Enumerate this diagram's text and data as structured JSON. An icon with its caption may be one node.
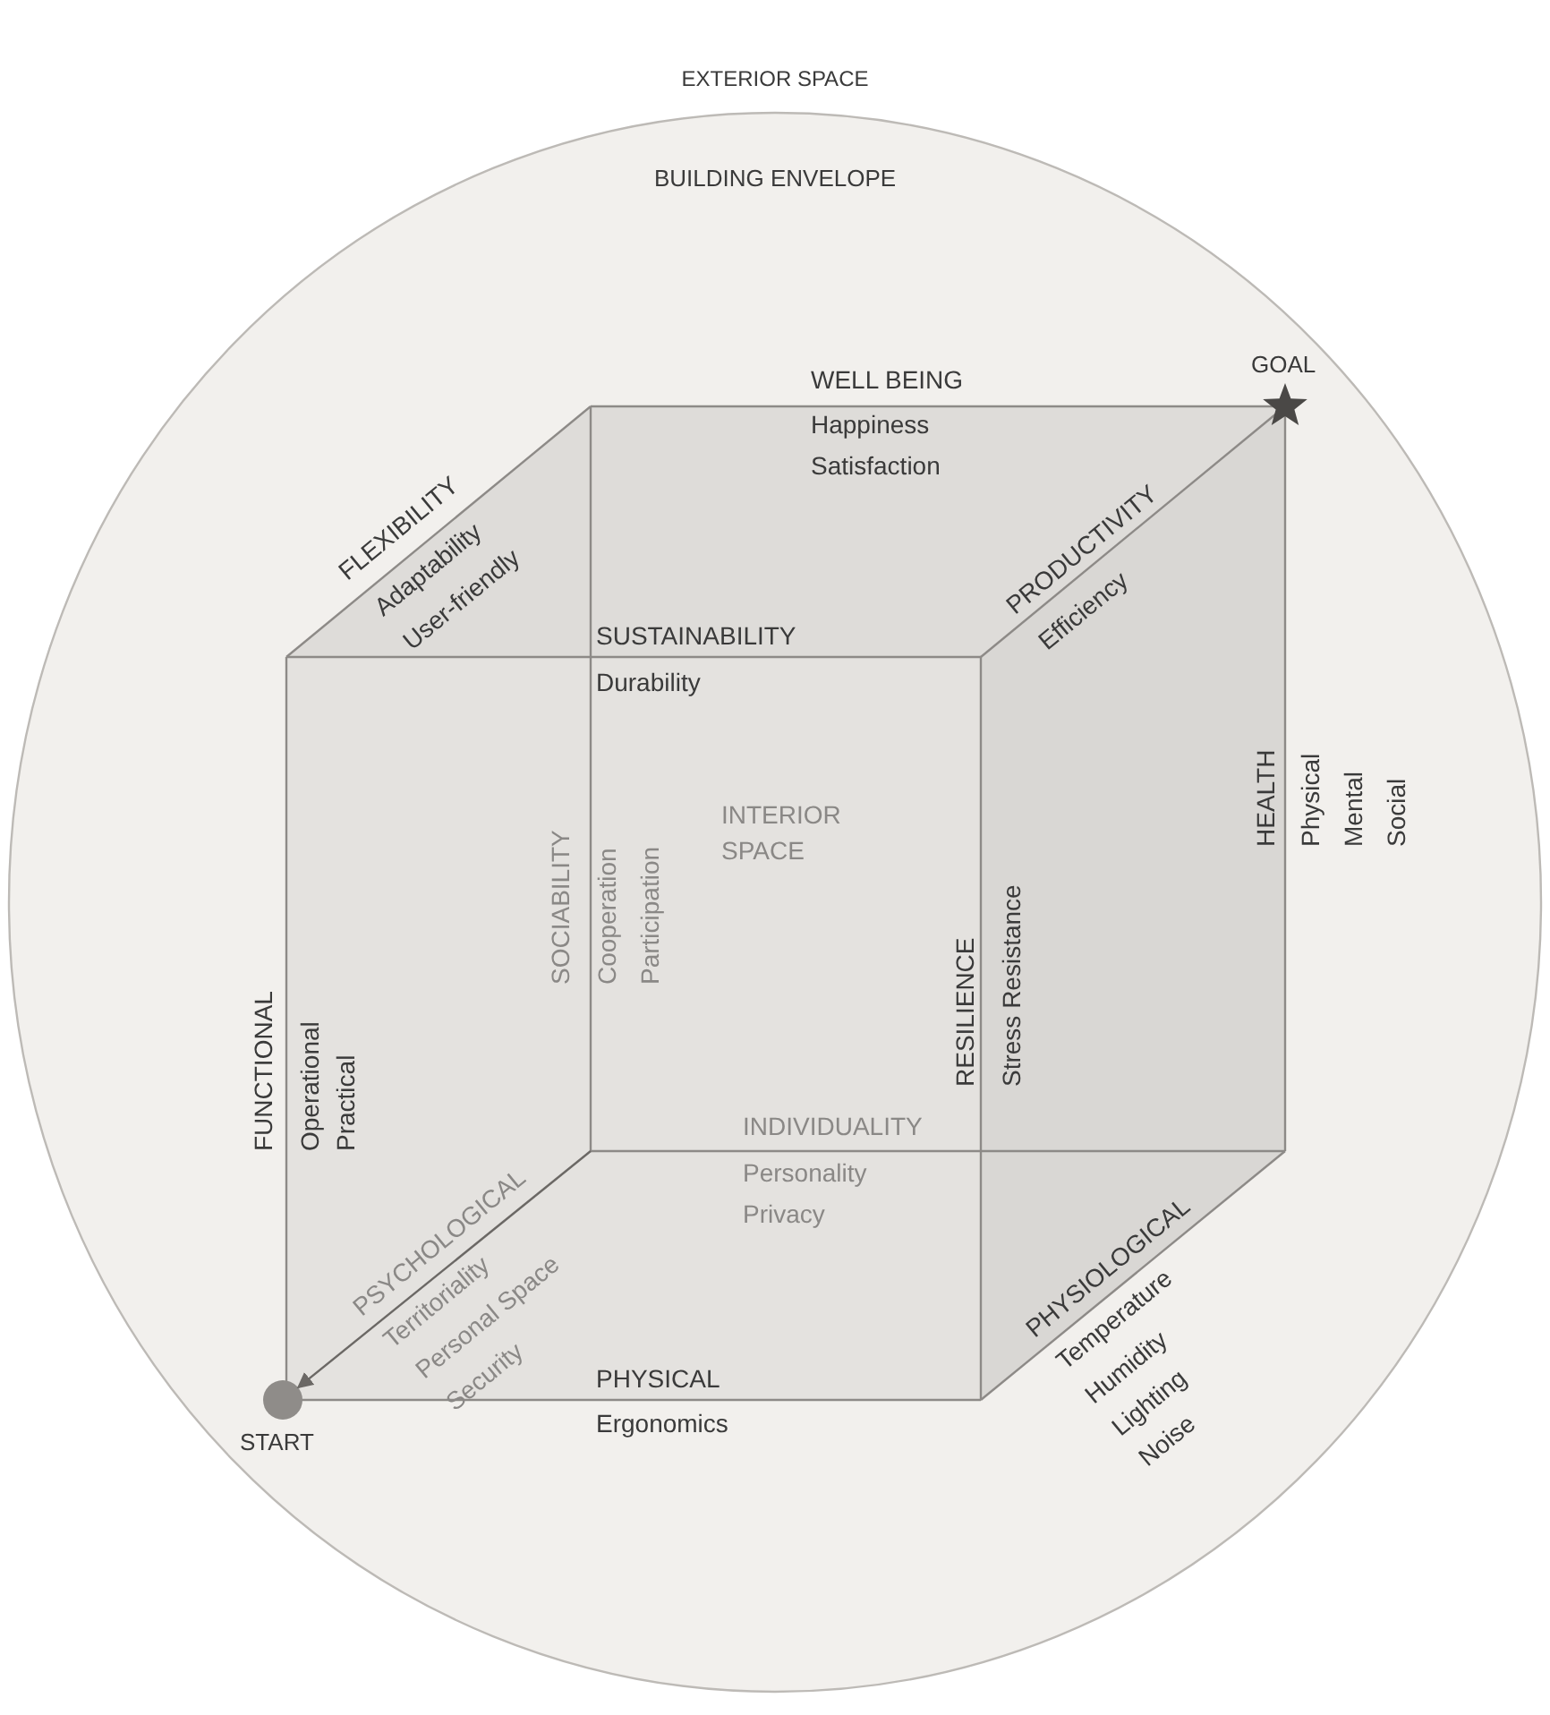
{
  "diagram": {
    "nodes": [
      {
        "text": [
          "BUILDING ENVELOPE"
        ]
      },
      {
        "text": [
          "INTERIOR SPACE"
        ],
        "in": 0
      },
      {
        "text": [
          "START"
        ],
        "in": 0
      },
      {
        "text": [
          "GOAL"
        ],
        "in": 0
      }
    ],
    "edges": [
      {
        "from": 1,
        "to": 2,
        "arrow": "to"
      }
    ],
    "labels": [
      "EXTERIOR SPACE",
      "WELL BEING",
      "Happiness",
      "Satisfaction",
      "FLEXIBILITY",
      "Adaptability",
      "User-friendly",
      "PRODUCTIVITY",
      "Efficiency",
      "SUSTAINABILITY",
      "Durability",
      "HEALTH",
      "Physical",
      "Mental",
      "Social",
      "SOCIABILITY",
      "Cooperation",
      "Participation",
      "RESILIENCE",
      "Stress Resistance",
      "FUNCTIONAL",
      "Operational",
      "Practical",
      "INDIVIDUALITY",
      "Personality",
      "Privacy",
      "PSYCHOLOGICAL",
      "Territoriality",
      "Personal Space",
      "Security",
      "PHYSIOLOGICAL",
      "Temperature",
      "Humidity",
      "Lighting",
      "Noise",
      "PHYSICAL",
      "Ergonomics"
    ]
  }
}
